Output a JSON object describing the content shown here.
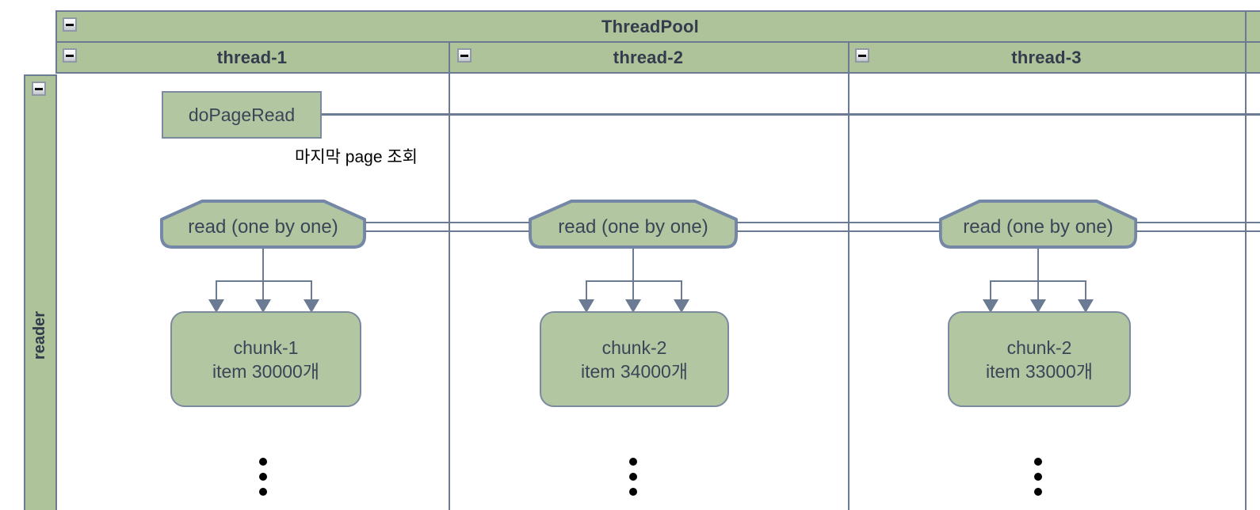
{
  "diagram": {
    "pool_title": "ThreadPool",
    "lane_labels": [
      "thread-1",
      "thread-2",
      "thread-3"
    ],
    "row_label": "reader"
  },
  "reader_flow": {
    "do_page_read_label": "doPageRead",
    "annotation": "마지막 page 조회",
    "columns": [
      {
        "read_label": "read (one by one)",
        "chunk_name": "chunk-1",
        "chunk_items": "item 30000개"
      },
      {
        "read_label": "read (one by one)",
        "chunk_name": "chunk-2",
        "chunk_items": "item 34000개"
      },
      {
        "read_label": "read (one by one)",
        "chunk_name": "chunk-2",
        "chunk_items": "item 33000개"
      }
    ]
  },
  "colors": {
    "header_fill": "#aec39a",
    "node_fill": "#b2c6a1",
    "grid_line": "#6b7b94",
    "node_border": "#7c8aa0",
    "hexagon_border": "#7487a6",
    "text": "#3c4457"
  }
}
